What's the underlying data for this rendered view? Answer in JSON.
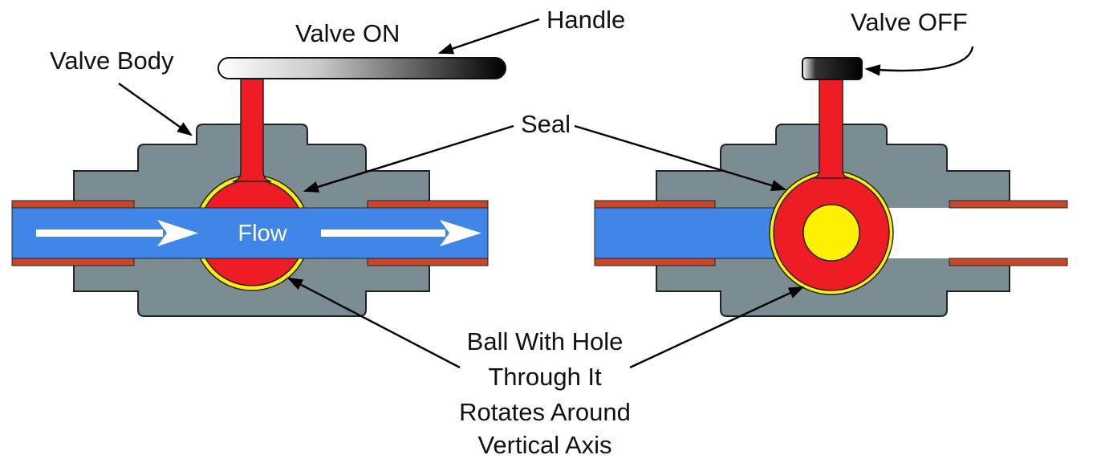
{
  "labels": {
    "handle": "Handle",
    "valve_on": "Valve ON",
    "valve_off": "Valve OFF",
    "valve_body": "Valve Body",
    "seal": "Seal",
    "flow": "Flow",
    "ball_line1": "Ball With Hole",
    "ball_line2": "Through It",
    "ball_line3": "Rotates Around",
    "ball_line4": "Vertical Axis"
  },
  "colors": {
    "body": "#7b8c92",
    "ball": "#ee1c24",
    "seal": "#fff200",
    "pipe": "#c8472a",
    "flow": "#3f86e8"
  }
}
